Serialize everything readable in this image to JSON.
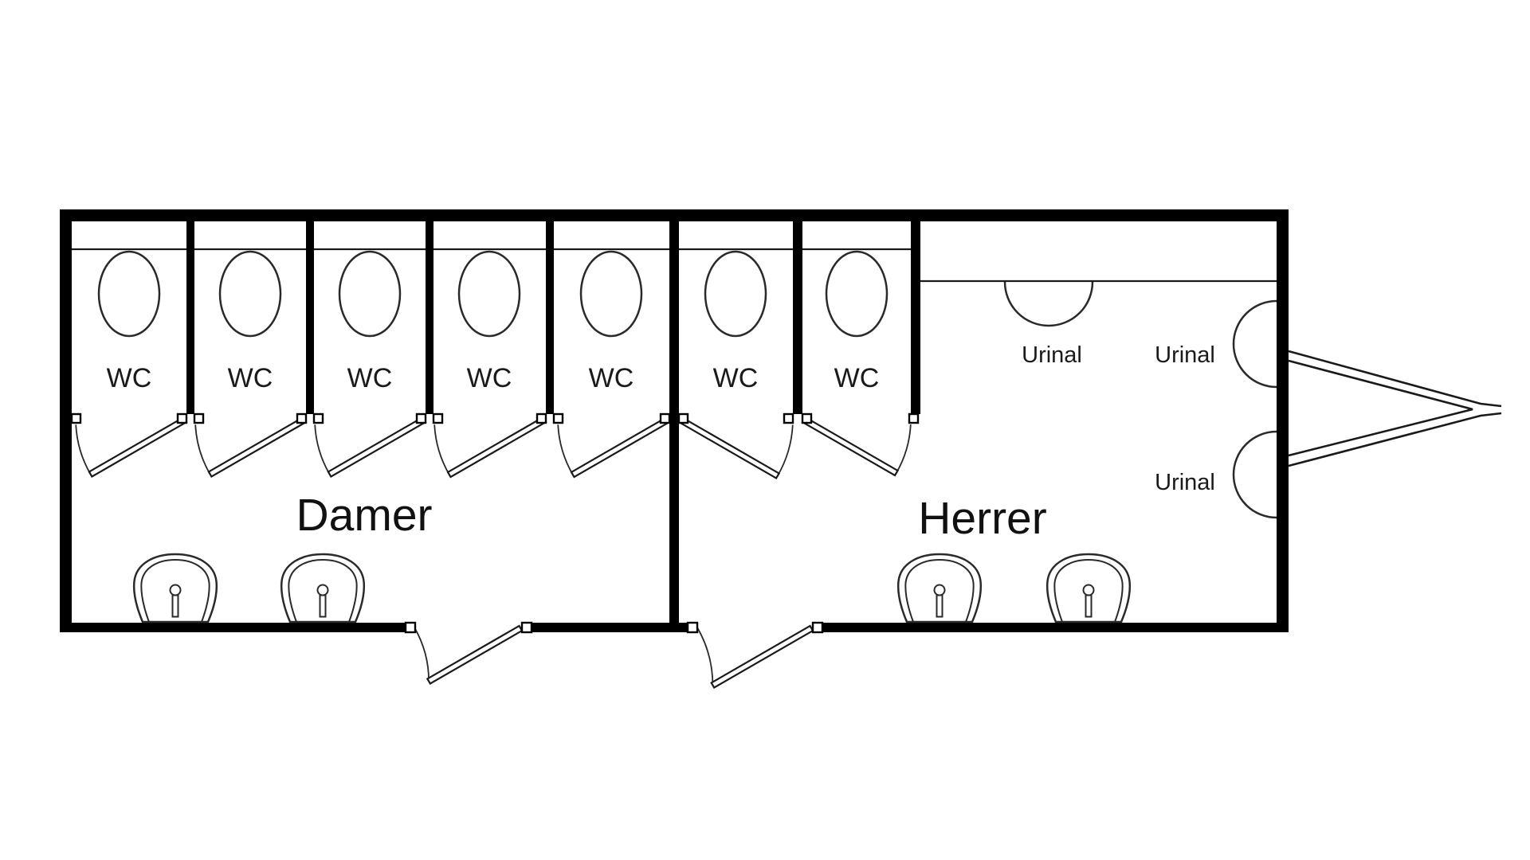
{
  "document": {
    "type": "toilet-trailer-floor-plan",
    "background_color": "#ffffff",
    "line_color": "#000000"
  },
  "labels": {
    "stall": "WC",
    "urinal": "Urinal"
  },
  "rooms": {
    "ladies": {
      "label": "Damer",
      "wc_count": 5,
      "sink_count": 2,
      "entrance_count": 1
    },
    "mens": {
      "label": "Herrer",
      "wc_count": 2,
      "urinal_count": 3,
      "sink_count": 2,
      "entrance_count": 1
    }
  },
  "totals": {
    "wc_stalls": 7,
    "urinal_labels": 3,
    "sinks": 4,
    "entrance_doors": 2
  }
}
